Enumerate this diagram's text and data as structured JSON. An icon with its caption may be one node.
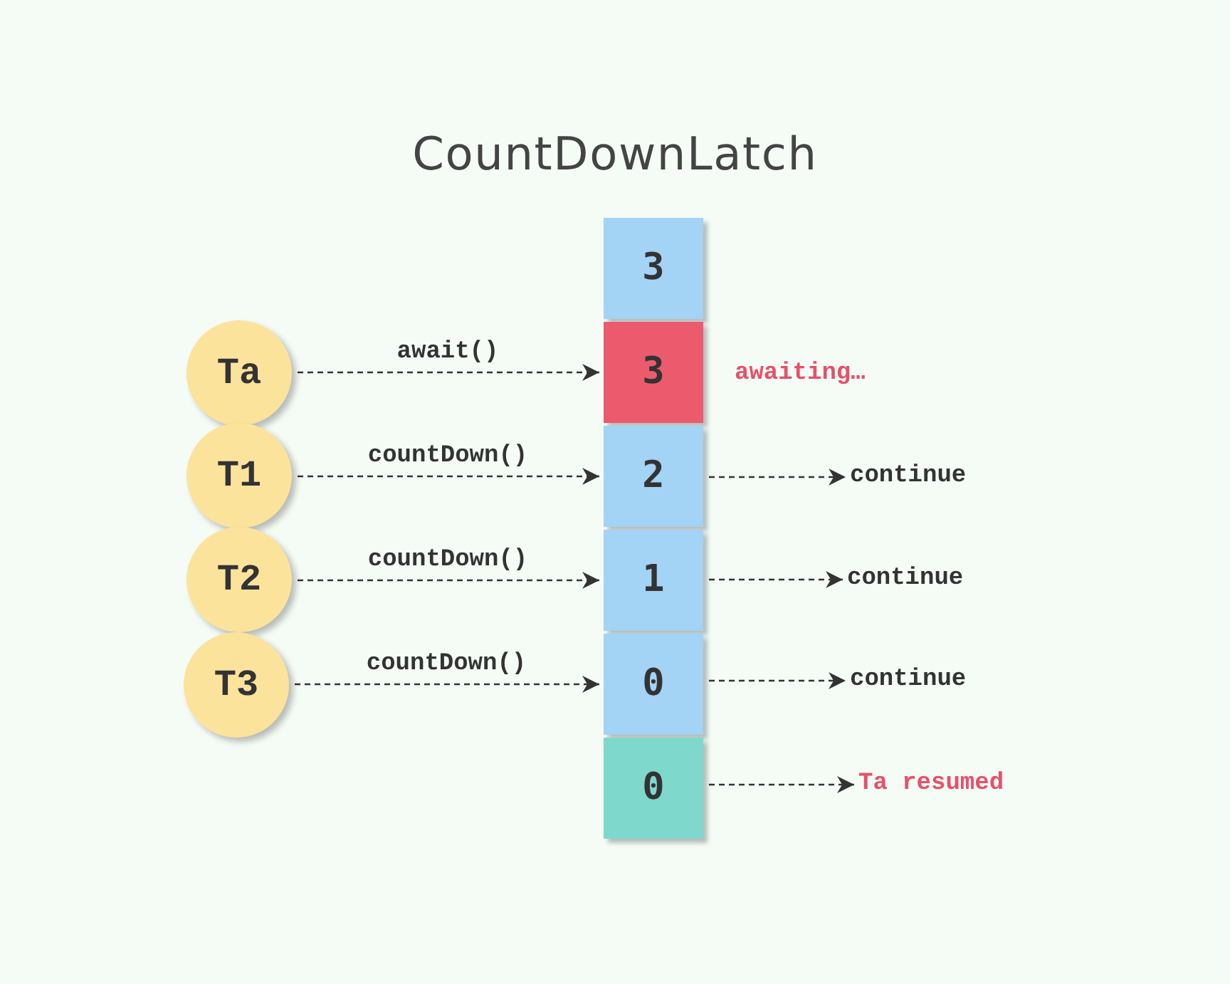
{
  "diagram": {
    "title": "CountDownLatch",
    "nodes": [
      {
        "text": [
          "Ta"
        ]
      },
      {
        "text": [
          "T1"
        ]
      },
      {
        "text": [
          "T2"
        ]
      },
      {
        "text": [
          "T3"
        ]
      },
      {
        "text": [
          "3"
        ]
      },
      {
        "text": [
          "3"
        ],
        "beside": [
          "awaiting…"
        ]
      },
      {
        "text": [
          "2"
        ]
      },
      {
        "text": [
          "1"
        ]
      },
      {
        "text": [
          "0"
        ]
      },
      {
        "text": [
          "0"
        ]
      },
      {
        "text": [
          "continue"
        ]
      },
      {
        "text": [
          "continue"
        ]
      },
      {
        "text": [
          "continue"
        ]
      },
      {
        "text": [
          "Ta resumed"
        ]
      }
    ],
    "edges": [
      {
        "from": 0,
        "to": 5,
        "arrow": "to",
        "label": "await()",
        "style": "dashed"
      },
      {
        "from": 1,
        "to": 6,
        "arrow": "to",
        "label": "countDown()",
        "style": "dashed"
      },
      {
        "from": 2,
        "to": 7,
        "arrow": "to",
        "label": "countDown()",
        "style": "dashed"
      },
      {
        "from": 3,
        "to": 8,
        "arrow": "to",
        "label": "countDown()",
        "style": "dashed"
      },
      {
        "from": 6,
        "to": 10,
        "arrow": "to",
        "style": "dashed"
      },
      {
        "from": 7,
        "to": 11,
        "arrow": "to",
        "style": "dashed"
      },
      {
        "from": 8,
        "to": 12,
        "arrow": "to",
        "style": "dashed"
      },
      {
        "from": 9,
        "to": 13,
        "arrow": "to",
        "style": "dashed"
      }
    ]
  }
}
